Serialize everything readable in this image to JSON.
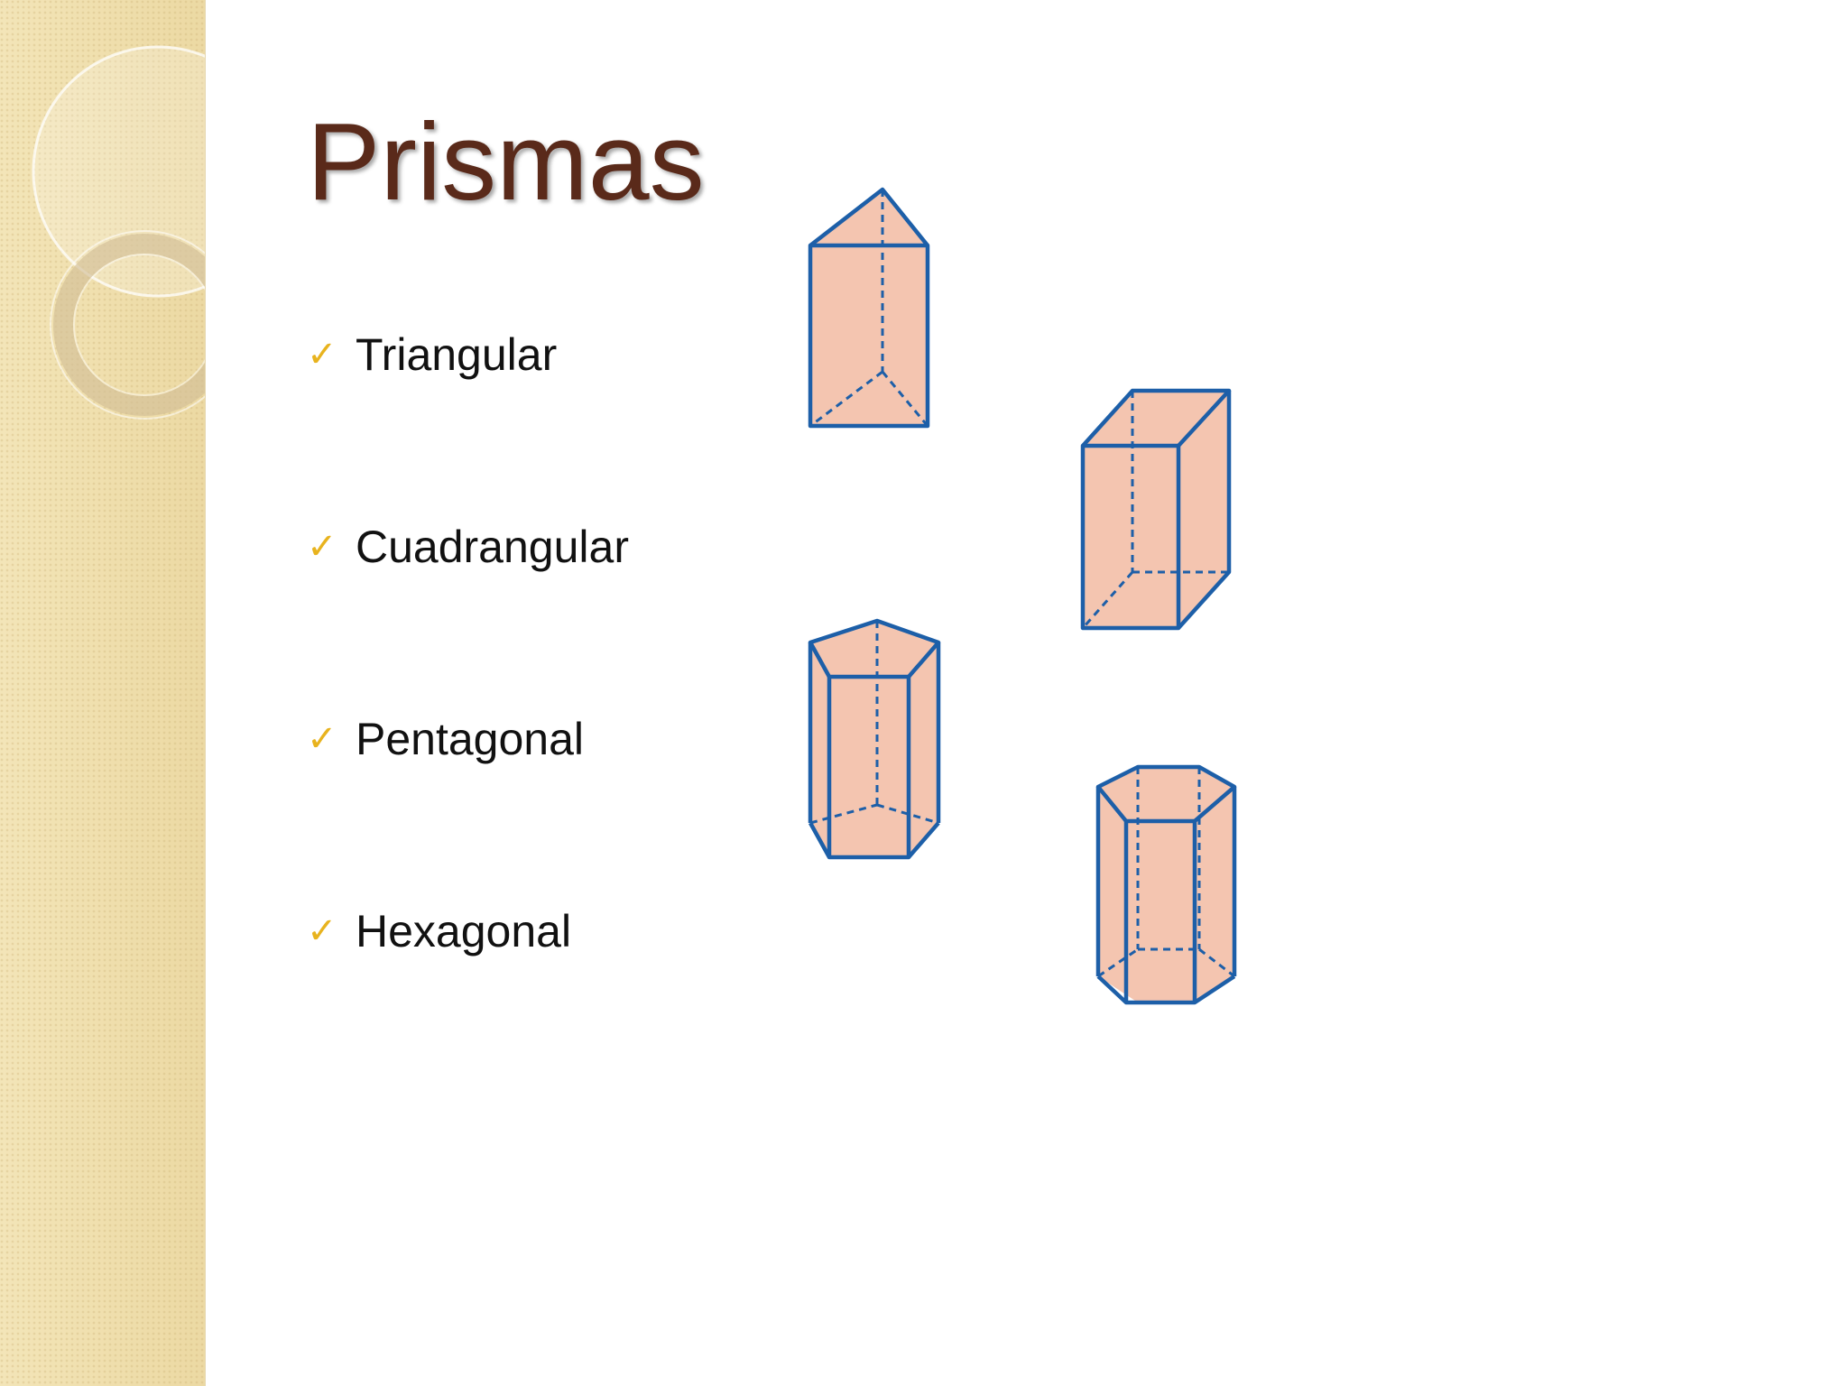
{
  "slide": {
    "title": "Prismas",
    "bullets": [
      {
        "label": "Triangular",
        "icon": "check-icon"
      },
      {
        "label": "Cuadrangular",
        "icon": "check-icon"
      },
      {
        "label": "Pentagonal",
        "icon": "check-icon"
      },
      {
        "label": "Hexagonal",
        "icon": "check-icon"
      }
    ]
  },
  "figures": [
    {
      "name": "triangular-prism-figure"
    },
    {
      "name": "rectangular-prism-figure"
    },
    {
      "name": "pentagonal-prism-figure"
    },
    {
      "name": "hexagonal-prism-figure"
    }
  ],
  "colors": {
    "title": "#5a2a1a",
    "check": "#e8b31e",
    "shape_fill": "#f4c5b0",
    "shape_stroke": "#1d5fa8",
    "sidebar": "#efdfae"
  }
}
